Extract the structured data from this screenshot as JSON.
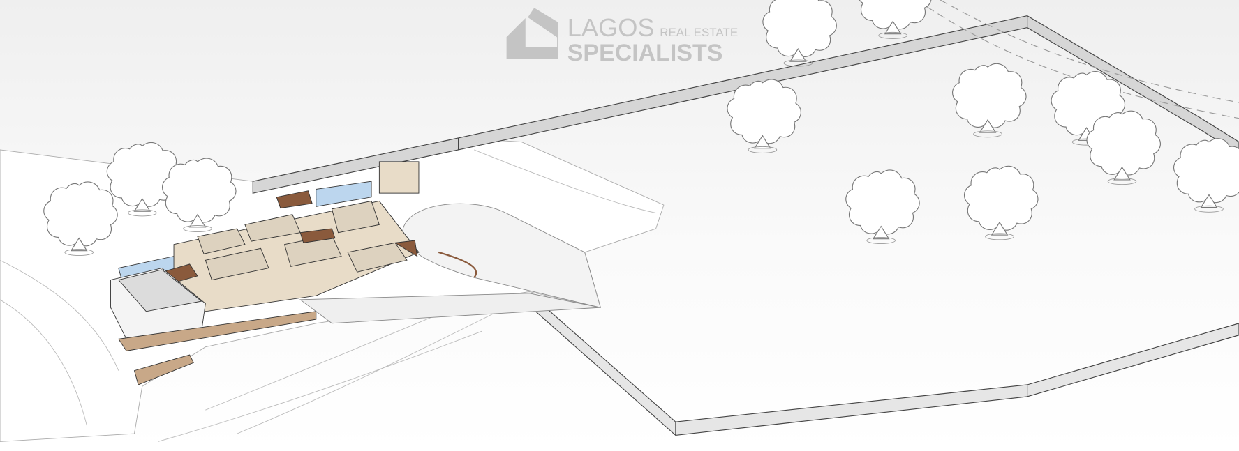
{
  "logo": {
    "line1": "LAGOS",
    "line1_small": "REAL ESTATE",
    "line2": "SPECIALISTS",
    "color": "#c4c4c4"
  },
  "colors": {
    "background_top": "#eeeeee",
    "background_bottom": "#ffffff",
    "wall_top": "#d9d9d9",
    "wall_face": "#f2f2f2",
    "building_beige": "#e8dcc8",
    "roof_wood": "#8a5a3c",
    "pool": "#bcd6ee"
  }
}
